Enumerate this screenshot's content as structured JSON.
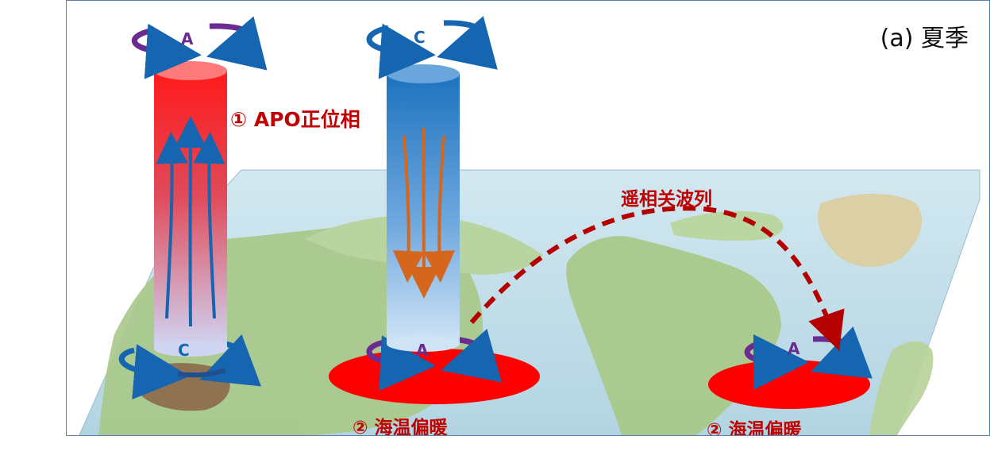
{
  "panel_label": "(a) 夏季",
  "apo_label": "① APO正位相",
  "wave_label": "遥相关波列",
  "sst_labels": [
    "② 海温偏暖",
    "② 海温偏暖"
  ],
  "vortex_letters": {
    "upper_left": "A",
    "upper_mid": "C",
    "lower_left": "C",
    "lower_mid": "A",
    "lower_right": "A"
  },
  "colors": {
    "label_red": "#c00000",
    "anticyclone_purple": "#6a2c91",
    "cyclone_blue": "#1565b0",
    "warm_sst": "#ff0000",
    "arrow_orange": "#d4661e",
    "frame": "#5a82b0"
  }
}
